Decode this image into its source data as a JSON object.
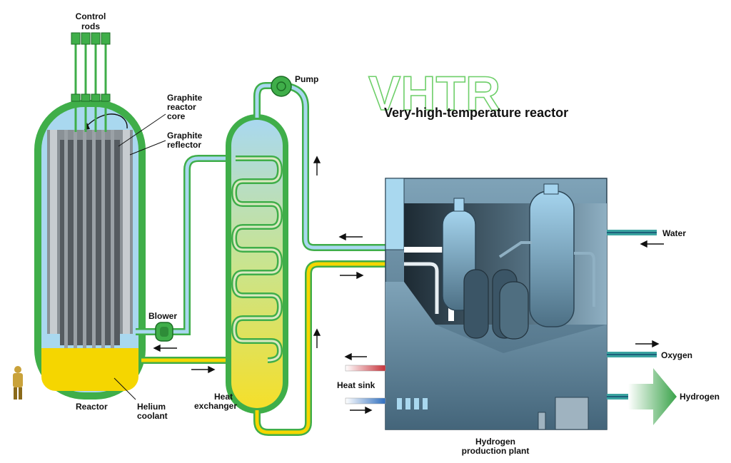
{
  "diagram": {
    "logo_text": "VHTR",
    "subtitle": "Very-high-temperature reactor",
    "labels": {
      "control_rods_line1": "Control",
      "control_rods_line2": "rods",
      "pump": "Pump",
      "graphite_core_line1": "Graphite",
      "graphite_core_line2": "reactor",
      "graphite_core_line3": "core",
      "graphite_reflector_line1": "Graphite",
      "graphite_reflector_line2": "reflector",
      "blower": "Blower",
      "reactor": "Reactor",
      "helium_coolant_line1": "Helium",
      "helium_coolant_line2": "coolant",
      "heat_exchanger_line1": "Heat",
      "heat_exchanger_line2": "exchanger",
      "heat_sink": "Heat sink",
      "water": "Water",
      "oxygen": "Oxygen",
      "hydrogen": "Hydrogen",
      "plant_line1": "Hydrogen",
      "plant_line2": "production plant"
    },
    "colors": {
      "vessel_green": "#3fae49",
      "hot_yellow": "#f5d600",
      "cool_blue": "#9fd3ec",
      "plant_steel": "#5d7f95",
      "graphite": "#555b60",
      "hydrogen_arrow": "#3aa34a"
    }
  }
}
